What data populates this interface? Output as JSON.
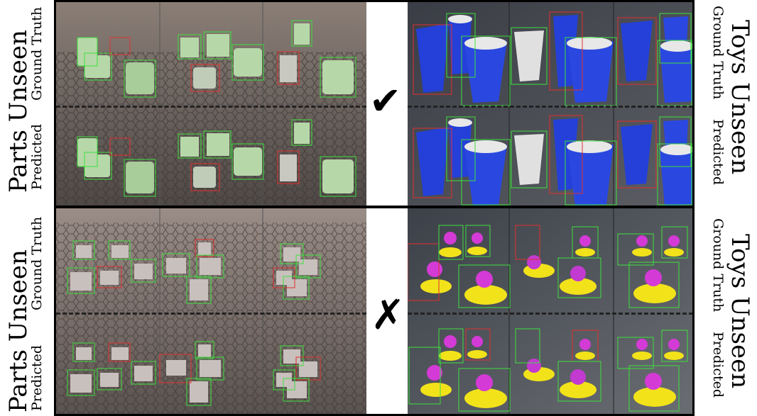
{
  "left_labels": {
    "top": {
      "title": "Parts Unseen",
      "row1": "Ground Truth",
      "row2": "Predicted"
    },
    "bottom": {
      "title": "Parts Unseen",
      "row1": "Ground Truth",
      "row2": "Predicted"
    }
  },
  "right_labels": {
    "top": {
      "title": "Toys Unseen",
      "row1": "Ground Truth",
      "row2": "Predicted"
    },
    "bottom": {
      "title": "Toys Unseen",
      "row1": "Ground Truth",
      "row2": "Predicted"
    }
  },
  "center_marks": {
    "success": "✔",
    "failure": "✗"
  },
  "colors": {
    "gt_box_green": "#3ee03e",
    "wrong_box_red": "#e03030",
    "toy_magenta": "#d43ad6",
    "toy_yellow": "#f2e21a",
    "cup_blue": "#2440d8",
    "cup_white": "#e8e8e8",
    "part_green": "#b6d8a8"
  },
  "icons": [
    "check-mark-icon",
    "cross-mark-icon"
  ]
}
